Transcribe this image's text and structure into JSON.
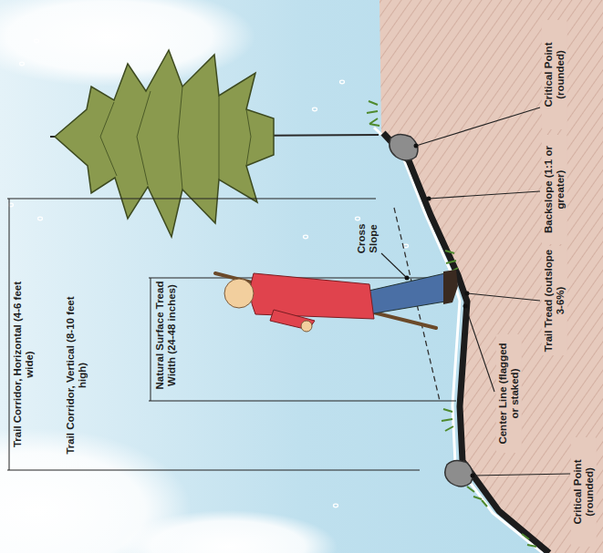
{
  "diagram": {
    "labels": [
      "Trail Corridor, Horizontal (4-6 feet wide)",
      "Trail Corridor, Vertical (8-10 feet high)",
      "Natural Surface Tread Width (24-48 inches)",
      "Cross Slope",
      "Critical Point (rounded)",
      "Backslope (1:1 or greater)",
      "Trail Tread (outslope 3-6%)",
      "Center Line (flagged or staked)",
      "Critical Point (rounded)"
    ]
  }
}
